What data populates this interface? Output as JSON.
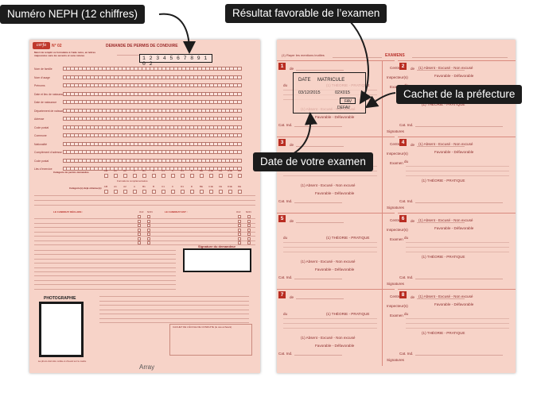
{
  "callouts": {
    "neph": "Numéro NEPH (12 chiffres)",
    "result": "Résultat favorable de l’examen",
    "stamp": "Cachet de la préfecture",
    "date": "Date de votre examen"
  },
  "left_form": {
    "cerfa": "cerfa",
    "form_no": "N° 02",
    "title": "DEMANDE DE PERMIS DE CONDUIRE",
    "neph_digits": "1 2 3 4 5 6 7 8 9 1 0 2",
    "intro": "Merci de remplir ce formulaire à l’aide noire, en lettres majuscules sans les accents et sans ratures",
    "fields": [
      "Nom de famille",
      "Nom d'usage",
      "Prénoms",
      "Date et lieu de naissance",
      "Date de naissance",
      "Département de naissance",
      "Adresse",
      "Code postal",
      "Commune",
      "Nationalité",
      "Complément d'adresse",
      "Code postal",
      "Lieu d'exercice"
    ],
    "categories_header": "Catégorie de permis demandée",
    "categories": [
      "AM",
      "A1",
      "A2",
      "A",
      "B1",
      "B",
      "C1",
      "C",
      "D1",
      "D",
      "BE",
      "C1E",
      "CE",
      "D1E",
      "DE"
    ],
    "formations": "Formations complémentaires",
    "possessed": "Catégorie(s) déjà obtenue(s)",
    "candidat_declare": "LE CANDIDAT DÉCLARE :",
    "candidat_est": "LE CANDIDAT EST :",
    "oui": "OUI",
    "non": "NON",
    "signature": "Signature du demandeur",
    "photo": "PHOTOGRAPHIE",
    "photo_note": "La photo doit être collée à cheval sur le cadre",
    "cachet_ecole": "CACHET DE L'ÉCOLE DE CONDUITE (le cas échéant)",
    "footer": "Array"
  },
  "right_form": {
    "header_note": "(1) Rayer les mentions inutiles",
    "examens": "EXAMENS",
    "de": "de",
    "du": "du",
    "centre": "Centre",
    "inspecteurs": "Inspecteur(s)",
    "examen": "Examen",
    "theorie": "(1)  THÉORIE - PRATIQUE",
    "absent": "(1)  Absent - Excusé - Non excusé",
    "favorable": "Favorable - Défavorable",
    "cat_ind": "Cat. Ind.",
    "signatures": "Signatures",
    "cells": [
      "1",
      "2",
      "3",
      "4",
      "5",
      "6",
      "7",
      "8"
    ],
    "stamp": {
      "date_label": "DATE",
      "matricule_label": "MATRICULE",
      "date_value": "03/12/2015",
      "matricule_value": "02X015",
      "fav": "FAV",
      "defav": "DEFAV"
    }
  }
}
